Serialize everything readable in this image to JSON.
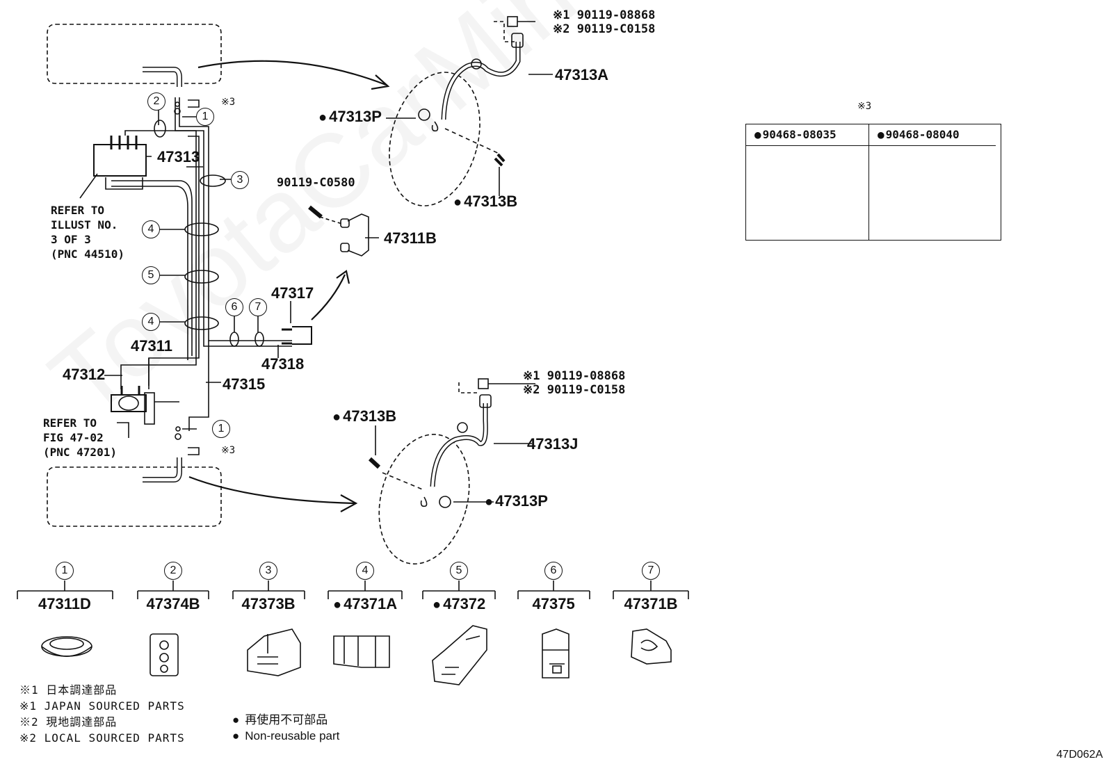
{
  "diagram_id": "47D062A",
  "watermark": "ToyotaCarMine.ru",
  "references": {
    "upper": "REFER TO\nILLUST NO.\n3 OF 3\n(PNC 44510)",
    "lower": "REFER TO\nFIG 47-02\n(PNC 47201)"
  },
  "part_labels": {
    "p47313": "47313",
    "p47311": "47311",
    "p47312": "47312",
    "p47315": "47315",
    "p47317": "47317",
    "p47318": "47318",
    "p47311B": "47311B",
    "p90119_C0580": "90119-C0580",
    "p47313A": "47313A",
    "p47313P_upper": "47313P",
    "p47313B_upper": "47313B",
    "p47313J": "47313J",
    "p47313B_lower": "47313B",
    "p47313P_lower": "47313P",
    "upper_bolt_1": "※1 90119-08868",
    "upper_bolt_2": "※2 90119-C0158",
    "lower_bolt_1": "※1 90119-08868",
    "lower_bolt_2": "※2 90119-C0158"
  },
  "callouts": {
    "c1": "1",
    "c2": "2",
    "c3": "3",
    "c4": "4",
    "c5": "5",
    "c6": "6",
    "c7": "7"
  },
  "note3_mark": "※3",
  "clip_table": {
    "mark": "※3",
    "cols": [
      {
        "part": "90468-08035"
      },
      {
        "part": "90468-08040"
      }
    ]
  },
  "clamps": [
    {
      "num": "1",
      "part": "47311D",
      "nonreusable": false
    },
    {
      "num": "2",
      "part": "47374B",
      "nonreusable": false
    },
    {
      "num": "3",
      "part": "47373B",
      "nonreusable": false
    },
    {
      "num": "4",
      "part": "47371A",
      "nonreusable": true
    },
    {
      "num": "5",
      "part": "47372",
      "nonreusable": true
    },
    {
      "num": "6",
      "part": "47375",
      "nonreusable": false
    },
    {
      "num": "7",
      "part": "47371B",
      "nonreusable": false
    }
  ],
  "legend": {
    "l1_jp": "※1 日本調達部品",
    "l1_en": "※1 JAPAN SOURCED PARTS",
    "l2_jp": "※2 現地調達部品",
    "l2_en": "※2 LOCAL SOURCED PARTS",
    "np_jp": "再使用不可部品",
    "np_en": "Non-reusable part"
  }
}
